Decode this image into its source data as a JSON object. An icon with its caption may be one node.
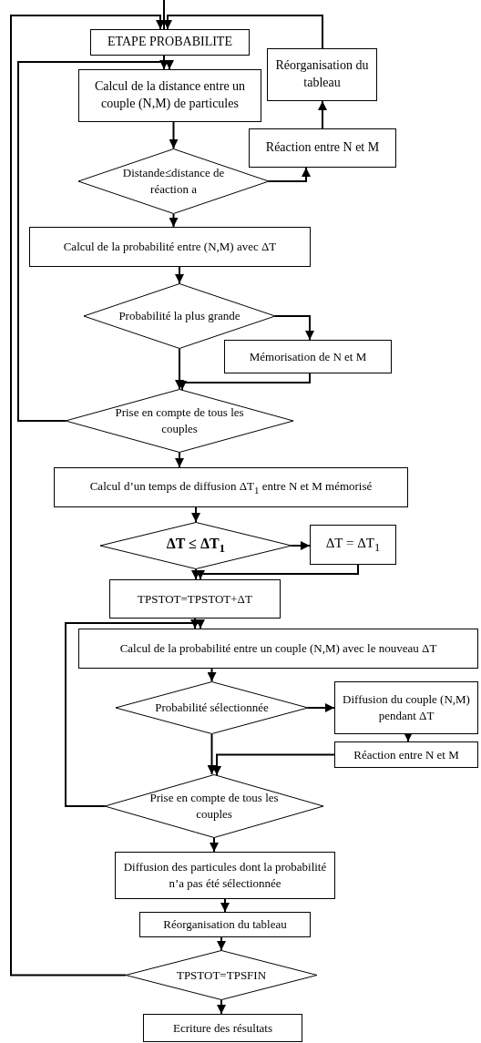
{
  "diagram": {
    "nodes": [
      {
        "text": [
          "ETAPE PROBABILITE"
        ]
      },
      {
        "text": [
          "Calcul de la distance entre un couple (N,M) de particules"
        ]
      },
      {
        "text": [
          "Réorganisation du tableau"
        ]
      },
      {
        "text": [
          "Réaction entre N et M"
        ]
      },
      {
        "text": [
          "Distande≤distance de réaction a"
        ]
      },
      {
        "text": [
          "Calcul de la probabilité entre (N,M) avec ΔT"
        ]
      },
      {
        "text": [
          "Probabilité la plus grande"
        ]
      },
      {
        "text": [
          "Mémorisation de N et M"
        ]
      },
      {
        "text": [
          "Prise en compte de tous les couples"
        ]
      },
      {
        "text": [
          "Calcul d’un temps de diffusion ΔT$_{1}$ entre N et M mémorisé"
        ]
      },
      {
        "text": [
          "ΔT ≤ ΔT$_{1}$"
        ]
      },
      {
        "text": [
          "ΔT = ΔT$_{1}$"
        ]
      },
      {
        "text": [
          "TPSTOT=TPSTOT+ΔT"
        ]
      },
      {
        "text": [
          "Calcul de la probabilité entre un couple (N,M) avec le nouveau ΔT"
        ]
      },
      {
        "text": [
          "Probabilité sélectionnée"
        ]
      },
      {
        "text": [
          "Diffusion du couple (N,M) pendant ΔT"
        ]
      },
      {
        "text": [
          "Réaction entre N et M"
        ]
      },
      {
        "text": [
          "Prise en compte de tous les couples"
        ]
      },
      {
        "text": [
          "Diffusion des particules dont la probabilité n’a pas été sélectionnée"
        ]
      },
      {
        "text": [
          "Réorganisation du tableau"
        ]
      },
      {
        "text": [
          "TPSTOT=TPSFIN"
        ]
      },
      {
        "text": [
          "Ecriture des résultats"
        ]
      }
    ],
    "edges": [
      {
        "from": null,
        "to": 0,
        "arrow": "none"
      },
      {
        "from": 0,
        "to": 1,
        "arrow": "to"
      },
      {
        "from": 1,
        "to": 4,
        "arrow": "to"
      },
      {
        "from": 4,
        "to": 3,
        "arrow": "to"
      },
      {
        "from": 3,
        "to": 2,
        "arrow": "to"
      },
      {
        "from": 2,
        "to": 0,
        "arrow": "to"
      },
      {
        "from": 4,
        "to": 5,
        "arrow": "to"
      },
      {
        "from": 5,
        "to": 6,
        "arrow": "to"
      },
      {
        "from": 6,
        "to": 7,
        "arrow": "to"
      },
      {
        "from": 6,
        "to": 8,
        "arrow": "to"
      },
      {
        "from": 7,
        "to": 8,
        "arrow": "to"
      },
      {
        "from": 8,
        "to": 1,
        "arrow": "to"
      },
      {
        "from": 8,
        "to": 9,
        "arrow": "to"
      },
      {
        "from": 9,
        "to": 10,
        "arrow": "to"
      },
      {
        "from": 10,
        "to": 11,
        "arrow": "to"
      },
      {
        "from": 10,
        "to": 12,
        "arrow": "to"
      },
      {
        "from": 11,
        "to": 12,
        "arrow": "to"
      },
      {
        "from": 12,
        "to": 13,
        "arrow": "to"
      },
      {
        "from": 13,
        "to": 14,
        "arrow": "to"
      },
      {
        "from": 14,
        "to": 15,
        "arrow": "to"
      },
      {
        "from": 15,
        "to": 16,
        "arrow": "to"
      },
      {
        "from": 14,
        "to": 17,
        "arrow": "to"
      },
      {
        "from": 16,
        "to": 17,
        "arrow": "to"
      },
      {
        "from": 17,
        "to": 13,
        "arrow": "to"
      },
      {
        "from": 17,
        "to": 18,
        "arrow": "to"
      },
      {
        "from": 18,
        "to": 19,
        "arrow": "to"
      },
      {
        "from": 19,
        "to": 20,
        "arrow": "to"
      },
      {
        "from": 20,
        "to": 0,
        "arrow": "to"
      },
      {
        "from": 20,
        "to": 21,
        "arrow": "to"
      }
    ]
  }
}
